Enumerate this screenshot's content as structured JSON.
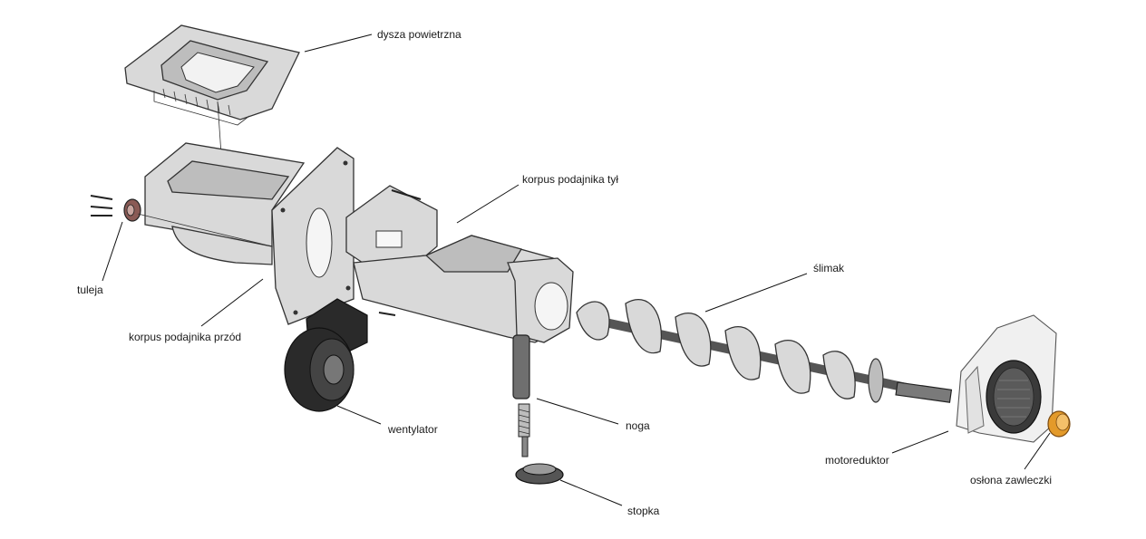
{
  "labels": {
    "dysza": "dysza powietrzna",
    "korpus_tyl": "korpus podajnika tył",
    "tuleja": "tuleja",
    "korpus_przod": "korpus podajnika przód",
    "slimak": "ślimak",
    "wentylator": "wentylator",
    "noga": "noga",
    "motoreduktor": "motoreduktor",
    "oslona": "osłona zawleczki",
    "stopka": "stopka"
  },
  "colors": {
    "background": "#ffffff",
    "part_light": "#d9d9d9",
    "part_dark": "#8f8f8f",
    "fan_black": "#2a2a2a",
    "cap_orange": "#e39a2a",
    "bushing_red": "#8a5a55"
  }
}
